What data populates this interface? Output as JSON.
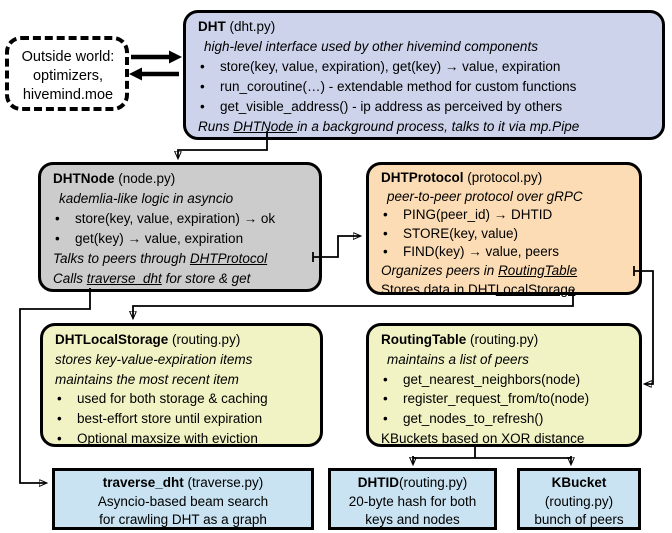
{
  "colors": {
    "dht_fill": "#cdd3ea",
    "node_fill": "#cccccc",
    "protocol_fill": "#fcdcb4",
    "storage_fill": "#f2f3c5",
    "routing_fill": "#f2f3c5",
    "leaf_fill": "#c9e3f2",
    "outline": "#000000",
    "background": "#ffffff"
  },
  "boxes": {
    "outside_world": {
      "lines": [
        {
          "style": "center",
          "segments": [
            {
              "t": "Outside world:"
            }
          ]
        },
        {
          "style": "center",
          "segments": [
            {
              "t": "optimizers,"
            }
          ]
        },
        {
          "style": "center",
          "segments": [
            {
              "t": "hivemind.moe"
            }
          ]
        }
      ]
    },
    "dht": {
      "lines": [
        {
          "style": "title",
          "segments": [
            {
              "t": "DHT",
              "b": true
            },
            {
              "t": " (dht.py)"
            }
          ]
        },
        {
          "style": "italic",
          "segments": [
            {
              "t": "high-level interface used by other hivemind components"
            }
          ]
        },
        {
          "style": "bullet",
          "segments": [
            {
              "t": "store(key, value, expiration), get(key) → value, expiration"
            }
          ]
        },
        {
          "style": "bullet",
          "segments": [
            {
              "t": "run_coroutine(…) - extendable method for custom functions"
            }
          ]
        },
        {
          "style": "bullet",
          "segments": [
            {
              "t": "get_visible_address() - ip address as perceived by others"
            }
          ]
        },
        {
          "style": "flat-italic",
          "segments": [
            {
              "t": "Runs "
            },
            {
              "t": "DHTNode ",
              "u": true
            },
            {
              "t": "in a background process, talks to it via mp.Pipe"
            }
          ]
        }
      ]
    },
    "dht_node": {
      "lines": [
        {
          "style": "title",
          "segments": [
            {
              "t": "DHTNode",
              "b": true
            },
            {
              "t": " (node.py)"
            }
          ]
        },
        {
          "style": "italic",
          "segments": [
            {
              "t": "kademlia-like logic in asyncio"
            }
          ]
        },
        {
          "style": "bullet",
          "segments": [
            {
              "t": "store(key, value, expiration) → ok"
            }
          ]
        },
        {
          "style": "bullet",
          "segments": [
            {
              "t": "get(key) → value, expiration"
            }
          ]
        },
        {
          "style": "flat-italic",
          "segments": [
            {
              "t": "Talks to peers through "
            },
            {
              "t": "DHTProtocol",
              "u": true
            }
          ]
        },
        {
          "style": "flat-italic",
          "segments": [
            {
              "t": "Calls "
            },
            {
              "t": "traverse_dht",
              "u": true
            },
            {
              "t": " for store & get"
            }
          ]
        }
      ]
    },
    "dht_protocol": {
      "lines": [
        {
          "style": "title",
          "segments": [
            {
              "t": "DHTProtocol",
              "b": true
            },
            {
              "t": " (protocol.py)"
            }
          ]
        },
        {
          "style": "italic",
          "segments": [
            {
              "t": "peer-to-peer protocol over gRPC"
            }
          ]
        },
        {
          "style": "bullet",
          "segments": [
            {
              "t": "PING(peer_id) → DHTID"
            }
          ]
        },
        {
          "style": "bullet",
          "segments": [
            {
              "t": "STORE(key, value)"
            }
          ]
        },
        {
          "style": "bullet",
          "segments": [
            {
              "t": "FIND(key) → value, peers"
            }
          ]
        },
        {
          "style": "flat-italic",
          "segments": [
            {
              "t": "Organizes peers in "
            },
            {
              "t": "RoutingTable",
              "u": true
            }
          ]
        },
        {
          "style": "plain",
          "segments": [
            {
              "t": "Stores data in DHT"
            },
            {
              "t": "LocalStorage",
              "u": true
            }
          ]
        }
      ]
    },
    "dht_local_storage": {
      "lines": [
        {
          "style": "title",
          "segments": [
            {
              "t": "DHTLocalStorage",
              "b": true
            },
            {
              "t": " (routing.py)"
            }
          ]
        },
        {
          "style": "flat-italic",
          "segments": [
            {
              "t": "stores key-value-expiration items"
            }
          ]
        },
        {
          "style": "flat-italic",
          "segments": [
            {
              "t": "maintains the most recent item"
            }
          ]
        },
        {
          "style": "bullet",
          "segments": [
            {
              "t": "used for both storage & caching"
            }
          ]
        },
        {
          "style": "bullet",
          "segments": [
            {
              "t": "best-effort store until expiration"
            }
          ]
        },
        {
          "style": "bullet",
          "segments": [
            {
              "t": "Optional maxsize with eviction"
            }
          ]
        }
      ]
    },
    "routing_table": {
      "lines": [
        {
          "style": "title",
          "segments": [
            {
              "t": "RoutingTable",
              "b": true
            },
            {
              "t": " (routing.py)"
            }
          ]
        },
        {
          "style": "italic",
          "segments": [
            {
              "t": "maintains a list of peers"
            }
          ]
        },
        {
          "style": "bullet",
          "segments": [
            {
              "t": "get_nearest_neighbors(node)"
            }
          ]
        },
        {
          "style": "bullet",
          "segments": [
            {
              "t": "register_request_from/to(node)"
            }
          ]
        },
        {
          "style": "bullet",
          "segments": [
            {
              "t": "get_nodes_to_refresh()"
            }
          ]
        },
        {
          "style": "plain",
          "segments": [
            {
              "t": "KBuckets based on XOR distance"
            }
          ]
        }
      ]
    },
    "traverse_dht": {
      "lines": [
        {
          "style": "center",
          "segments": [
            {
              "t": "traverse_dht",
              "b": true
            },
            {
              "t": " (traverse.py)"
            }
          ]
        },
        {
          "style": "center",
          "segments": [
            {
              "t": "Asyncio-based beam search"
            }
          ]
        },
        {
          "style": "center",
          "segments": [
            {
              "t": "for crawling DHT as a graph"
            }
          ]
        }
      ]
    },
    "dhtid": {
      "lines": [
        {
          "style": "center",
          "segments": [
            {
              "t": "DHTID",
              "b": true
            },
            {
              "t": "(routing.py)"
            }
          ]
        },
        {
          "style": "center",
          "segments": [
            {
              "t": "20-byte hash for both"
            }
          ]
        },
        {
          "style": "center",
          "segments": [
            {
              "t": "keys and nodes"
            }
          ]
        }
      ]
    },
    "kbucket": {
      "lines": [
        {
          "style": "center",
          "segments": [
            {
              "t": "KBucket",
              "b": true
            }
          ]
        },
        {
          "style": "center",
          "segments": [
            {
              "t": "(routing.py)"
            }
          ]
        },
        {
          "style": "center",
          "segments": [
            {
              "t": "bunch of peers"
            }
          ]
        }
      ]
    }
  }
}
